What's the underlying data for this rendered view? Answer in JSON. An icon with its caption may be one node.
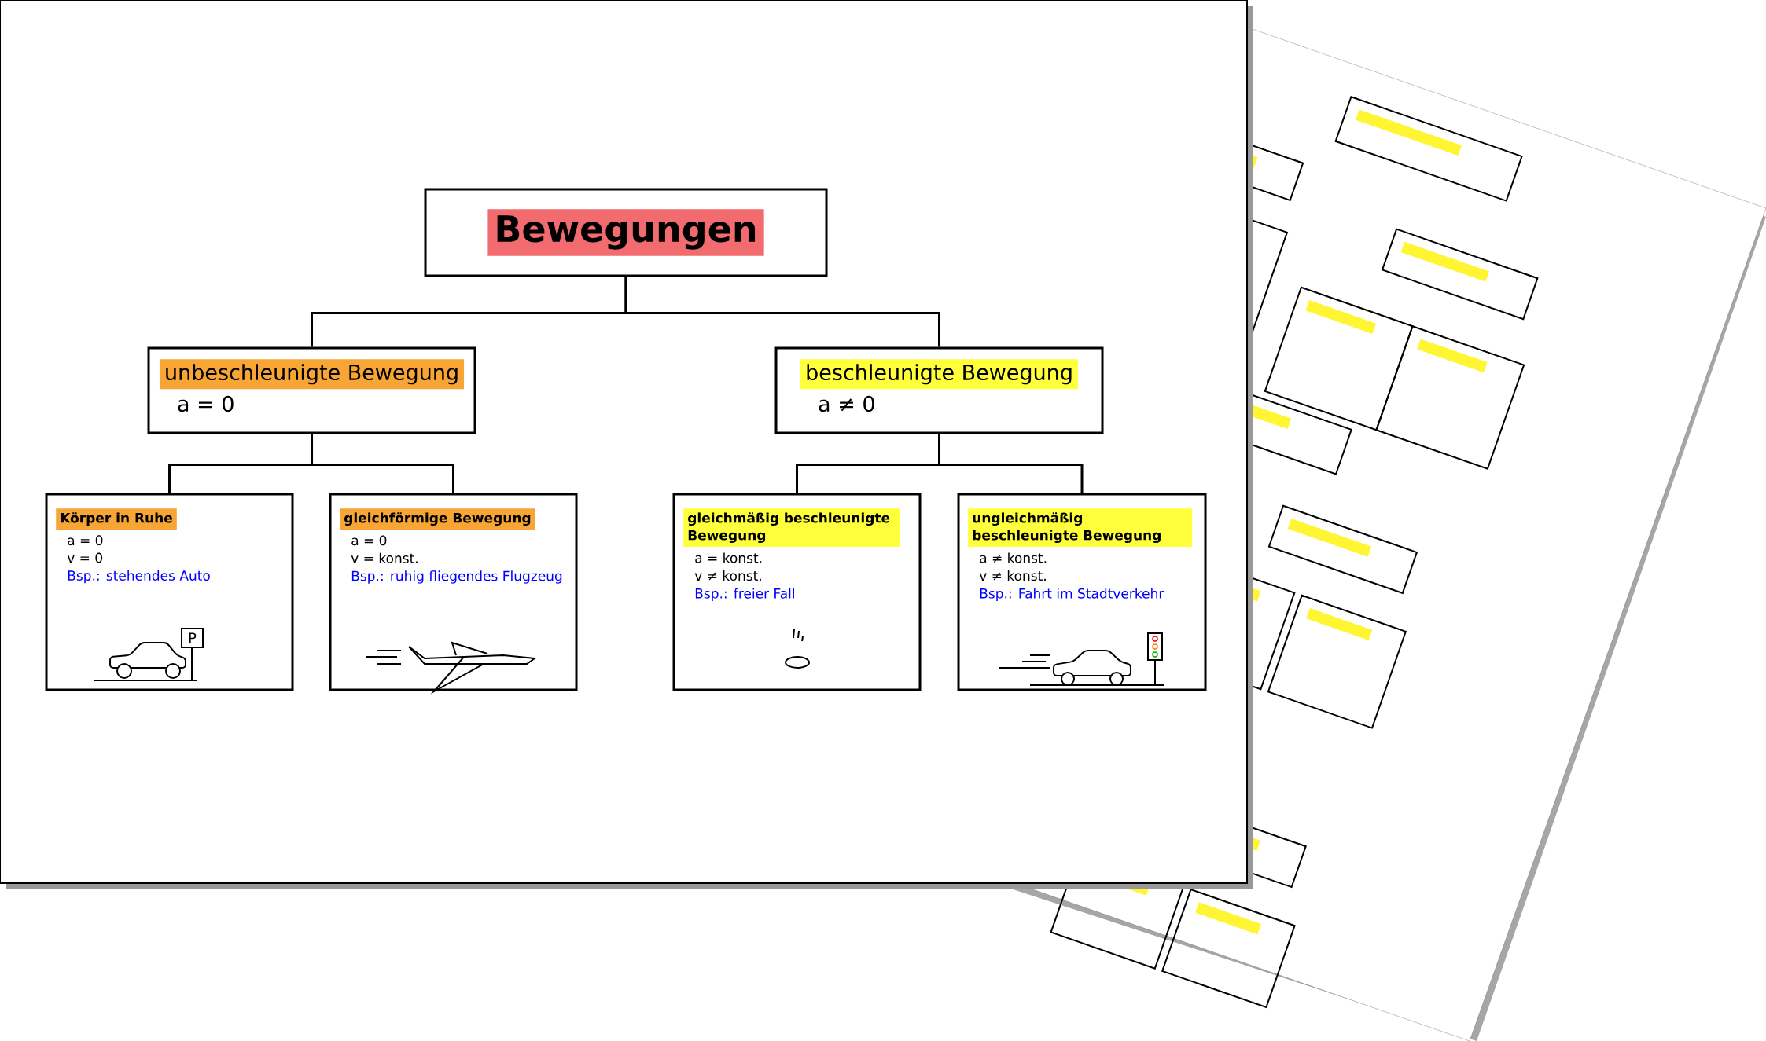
{
  "diagram": {
    "nodes": [
      {
        "text": [
          "Bewegungen"
        ]
      },
      {
        "text": [
          "unbeschleunigte Bewegung",
          "a = 0"
        ]
      },
      {
        "text": [
          "beschleunigte Bewegung",
          "a ≠ 0"
        ]
      },
      {
        "text": [
          "Körper in Ruhe",
          "a = 0",
          "v = 0",
          "Bsp.: stehendes Auto"
        ]
      },
      {
        "text": [
          "gleichförmige Bewegung",
          "a = 0",
          "v = konst.",
          "Bsp.: ruhig fliegendes Flugzeug"
        ]
      },
      {
        "text": [
          "gleichmäßig beschleunigte Bewegung",
          "a = konst.",
          "v ≠ konst.",
          "Bsp.: freier Fall"
        ]
      },
      {
        "text": [
          "ungleichmäßig beschleunigte Bewegung",
          "a ≠ konst.",
          "v ≠ konst.",
          "Bsp.: Fahrt im Stadtverkehr"
        ]
      }
    ],
    "edges": [
      {
        "from": 0,
        "to": 1,
        "arrow": "none"
      },
      {
        "from": 0,
        "to": 2,
        "arrow": "none"
      },
      {
        "from": 1,
        "to": 3,
        "arrow": "none"
      },
      {
        "from": 1,
        "to": 4,
        "arrow": "none"
      },
      {
        "from": 2,
        "to": 5,
        "arrow": "none"
      },
      {
        "from": 2,
        "to": 6,
        "arrow": "none"
      }
    ],
    "labels": [
      "P"
    ]
  }
}
